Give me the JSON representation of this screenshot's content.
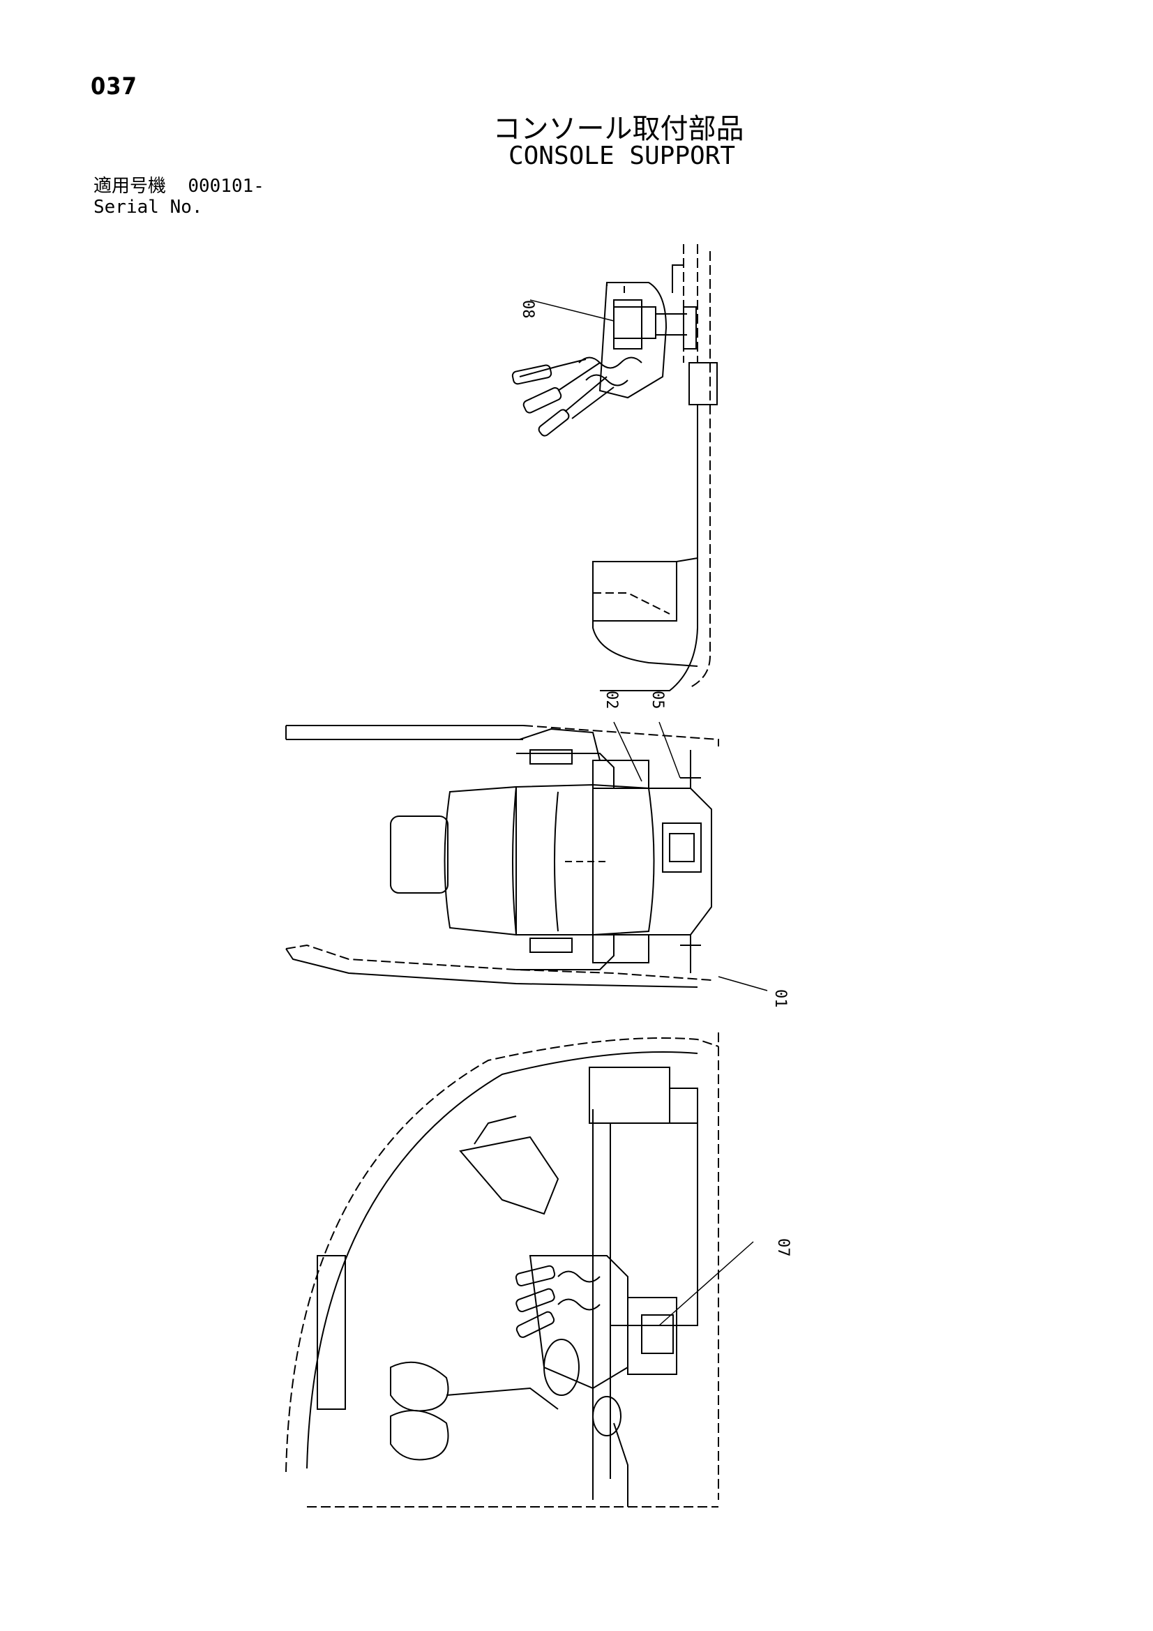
{
  "page": {
    "number": "037"
  },
  "title": {
    "japanese": "コンソール取付部品",
    "english": "CONSOLE SUPPORT"
  },
  "serial": {
    "label_jp": "適用号機",
    "range": "000101-",
    "label_en": "Serial No."
  },
  "callouts": {
    "top_view": [
      "08"
    ],
    "plan_view": [
      "02",
      "05",
      "01"
    ],
    "side_view": [
      "07"
    ]
  },
  "colors": {
    "ink": "#000000",
    "paper": "#ffffff"
  }
}
